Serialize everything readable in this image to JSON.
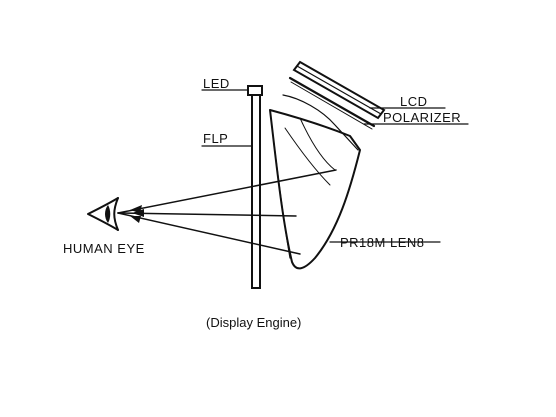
{
  "labels": {
    "led": "LED",
    "flp": "FLP",
    "lcd": "LCD",
    "polarizer": "POLARIZER",
    "lens": "PR18M LEN8",
    "eye": "HUMAN EYE"
  },
  "caption": "(Display Engine)",
  "colors": {
    "ink": "#111111",
    "background": "#ffffff"
  }
}
